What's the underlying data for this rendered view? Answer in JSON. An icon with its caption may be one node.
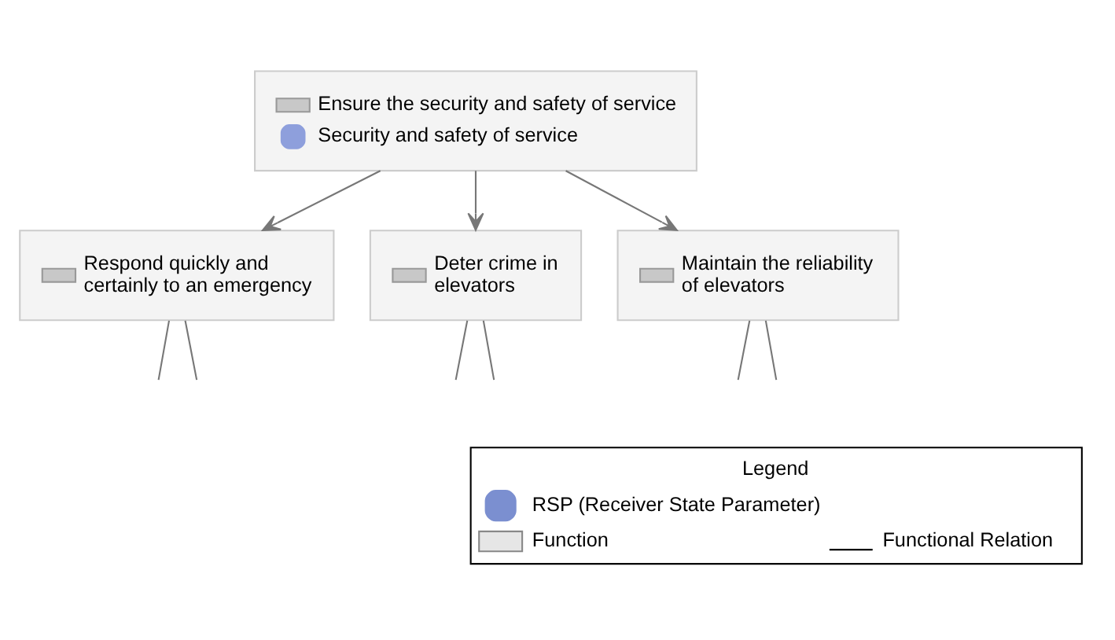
{
  "diagram": {
    "nodes": [
      {
        "text": [
          "Ensure the security and safety of service",
          "Security and safety of service"
        ]
      },
      {
        "text": [
          "Respond quickly and certainly to an emergency"
        ]
      },
      {
        "text": [
          "Deter crime in elevators"
        ]
      },
      {
        "text": [
          "Maintain the reliability of elevators"
        ]
      }
    ],
    "edges": [
      {
        "from": 0,
        "to": 1,
        "arrow": "to"
      },
      {
        "from": 0,
        "to": 2,
        "arrow": "to"
      },
      {
        "from": 0,
        "to": 3,
        "arrow": "to"
      },
      {
        "from": 1,
        "to": null,
        "arrow": "none"
      },
      {
        "from": 1,
        "to": null,
        "arrow": "none"
      },
      {
        "from": 2,
        "to": null,
        "arrow": "none"
      },
      {
        "from": 2,
        "to": null,
        "arrow": "none"
      },
      {
        "from": 3,
        "to": null,
        "arrow": "none"
      },
      {
        "from": 3,
        "to": null,
        "arrow": "none"
      }
    ],
    "labels": [
      "Legend"
    ],
    "legend": [
      {
        "text": "RSP (Receiver State Parameter)"
      },
      {
        "text": "Function"
      },
      {
        "text": "Functional Relation"
      }
    ]
  }
}
